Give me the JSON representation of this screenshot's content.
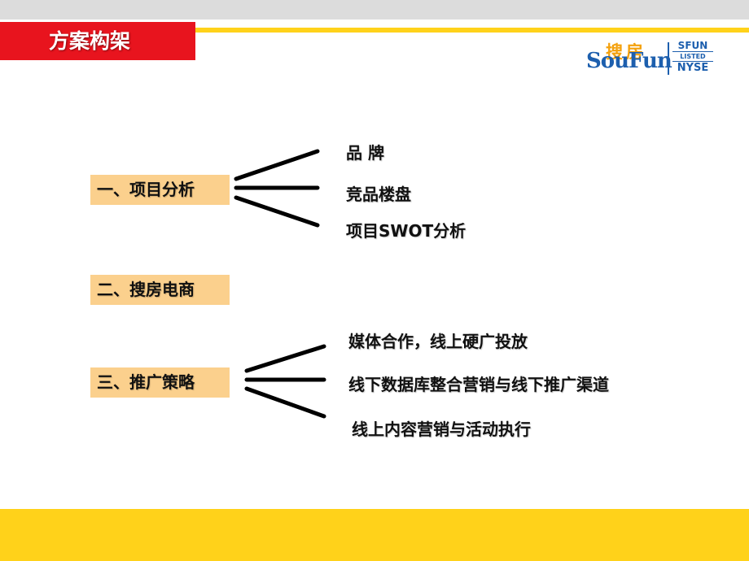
{
  "header": {
    "title": "方案构架"
  },
  "logo": {
    "chinese": "搜房",
    "english": "SouFun",
    "ticker": "SFUN",
    "listed": "LISTED",
    "exchange": "NYSE"
  },
  "sections": [
    {
      "label": "一、项目分析",
      "items": [
        "品 牌",
        "竞品楼盘",
        "项目SWOT分析"
      ]
    },
    {
      "label": "二、搜房电商",
      "items": []
    },
    {
      "label": "三、推广策略",
      "items": [
        "媒体合作，线上硬广投放",
        "线下数据库整合营销与线下推广渠道",
        "线上内容营销与活动执行"
      ]
    }
  ],
  "colors": {
    "title_bg": "#e8141e",
    "accent_yellow": "#ffd21a",
    "section_bg": "#fbd08d",
    "logo_blue": "#1d5fae",
    "logo_orange": "#f4a10d"
  }
}
